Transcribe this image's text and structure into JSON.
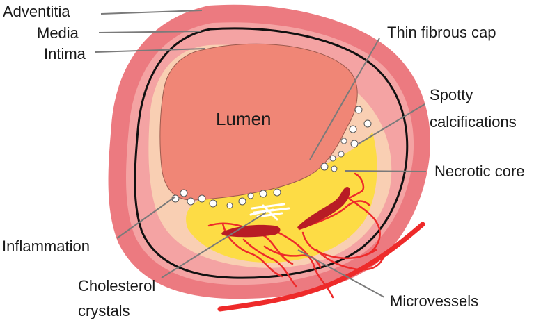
{
  "labels": {
    "adventitia": "Adventitia",
    "media": "Media",
    "intima": "Intima",
    "lumen": "Lumen",
    "thin_fibrous_cap": "Thin fibrous cap",
    "spotty_calcifications_line1": "Spotty",
    "spotty_calcifications_line2": "calcifications",
    "necrotic_core": "Necrotic core",
    "inflammation": "Inflammation",
    "cholesterol_crystals_line1": "Cholesterol",
    "cholesterol_crystals_line2": "crystals",
    "microvessels": "Microvessels"
  },
  "colors": {
    "adventitia": "#ec7a80",
    "media": "#f4a3a3",
    "intima": "#f9cfb3",
    "lumen": "#f08676",
    "necrotic_core": "#fddc45",
    "microvessels": "#ee2a2a",
    "hemorrhage": "#b81c25",
    "elastic_lamina": "#111111",
    "leader_line": "#7a7a7a",
    "calcification": "#ffffff"
  }
}
